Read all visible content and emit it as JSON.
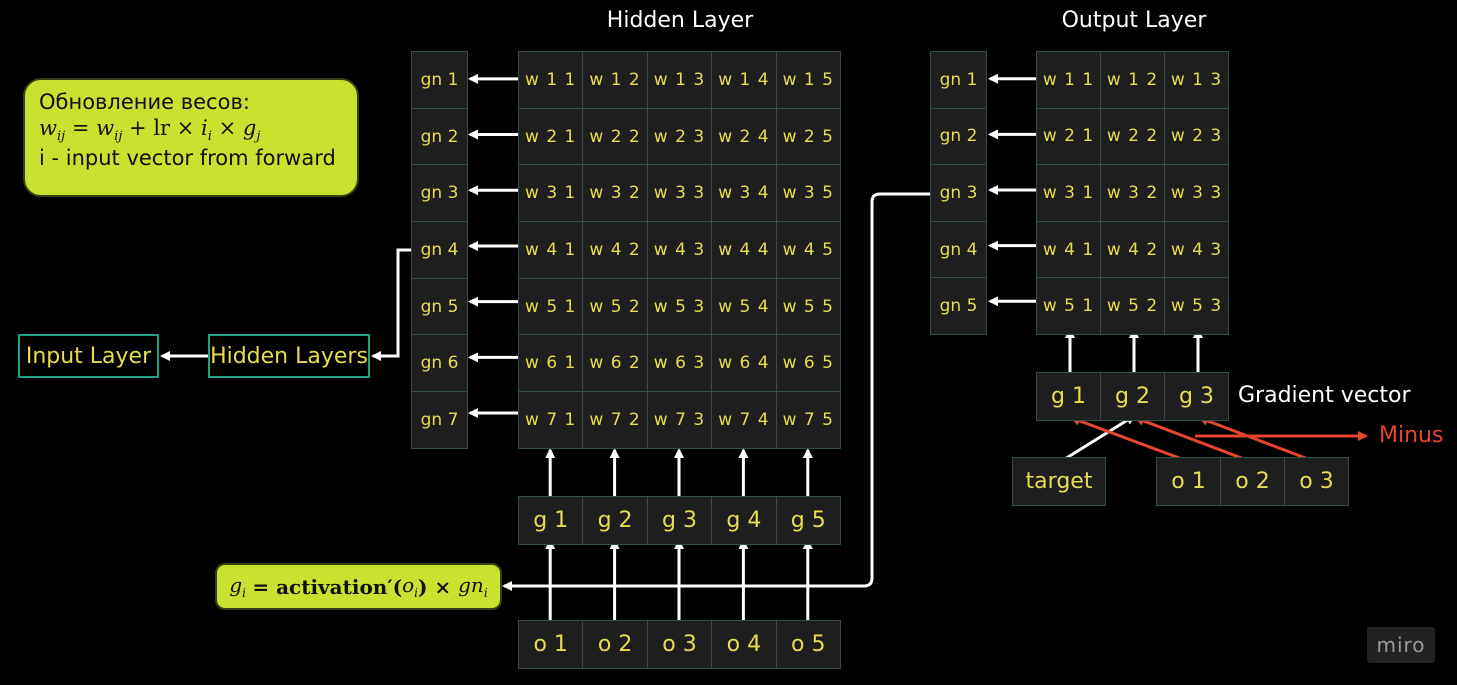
{
  "hidden": {
    "title": "Hidden Layer",
    "gn": [
      "gn 1",
      "gn 2",
      "gn 3",
      "gn 4",
      "gn 5",
      "gn 6",
      "gn 7"
    ],
    "weights": [
      [
        "w 1 1",
        "w 1 2",
        "w 1 3",
        "w 1 4",
        "w 1 5"
      ],
      [
        "w 2 1",
        "w 2 2",
        "w 2 3",
        "w 2 4",
        "w 2 5"
      ],
      [
        "w 3 1",
        "w 3 2",
        "w 3 3",
        "w 3 4",
        "w 3 5"
      ],
      [
        "w 4 1",
        "w 4 2",
        "w 4 3",
        "w 4 4",
        "w 4 5"
      ],
      [
        "w 5 1",
        "w 5 2",
        "w 5 3",
        "w 5 4",
        "w 5 5"
      ],
      [
        "w 6 1",
        "w 6 2",
        "w 6 3",
        "w 6 4",
        "w 6 5"
      ],
      [
        "w 7 1",
        "w 7 2",
        "w 7 3",
        "w 7 4",
        "w 7 5"
      ]
    ],
    "g": [
      "g 1",
      "g 2",
      "g 3",
      "g 4",
      "g 5"
    ],
    "o": [
      "o 1",
      "o 2",
      "o 3",
      "o 4",
      "o 5"
    ]
  },
  "output": {
    "title": "Output Layer",
    "gn": [
      "gn 1",
      "gn 2",
      "gn 3",
      "gn 4",
      "gn 5"
    ],
    "weights": [
      [
        "w 1 1",
        "w 1 2",
        "w 1 3"
      ],
      [
        "w 2 1",
        "w 2 2",
        "w 2 3"
      ],
      [
        "w 3 1",
        "w 3 2",
        "w 3 3"
      ],
      [
        "w 4 1",
        "w 4 2",
        "w 4 3"
      ],
      [
        "w 5 1",
        "w 5 2",
        "w 5 3"
      ]
    ],
    "g": [
      "g 1",
      "g 2",
      "g 3"
    ],
    "gradient_label": "Gradient vector",
    "target": "target",
    "o": [
      "o 1",
      "o 2",
      "o 3"
    ],
    "minus_label": "Minus"
  },
  "update_note": {
    "heading": "Обновление весов:",
    "formula": "w_ij = w_ij + lr × i_i × g_j",
    "line3": "i - input vector from forward"
  },
  "gradient_formula": "g_i = activation′(o_i) × gn_i",
  "tags": {
    "input_layer": "Input Layer",
    "hidden_layers": "Hidden Layers"
  },
  "logo": "miro",
  "colors": {
    "background": "#000000",
    "cell": "#1e1e1e",
    "cell_text": "#e8dd4f",
    "border": "#1fa183",
    "note": "#c9e22f",
    "minus": "#e8452c",
    "arrow": "#ffffff"
  }
}
